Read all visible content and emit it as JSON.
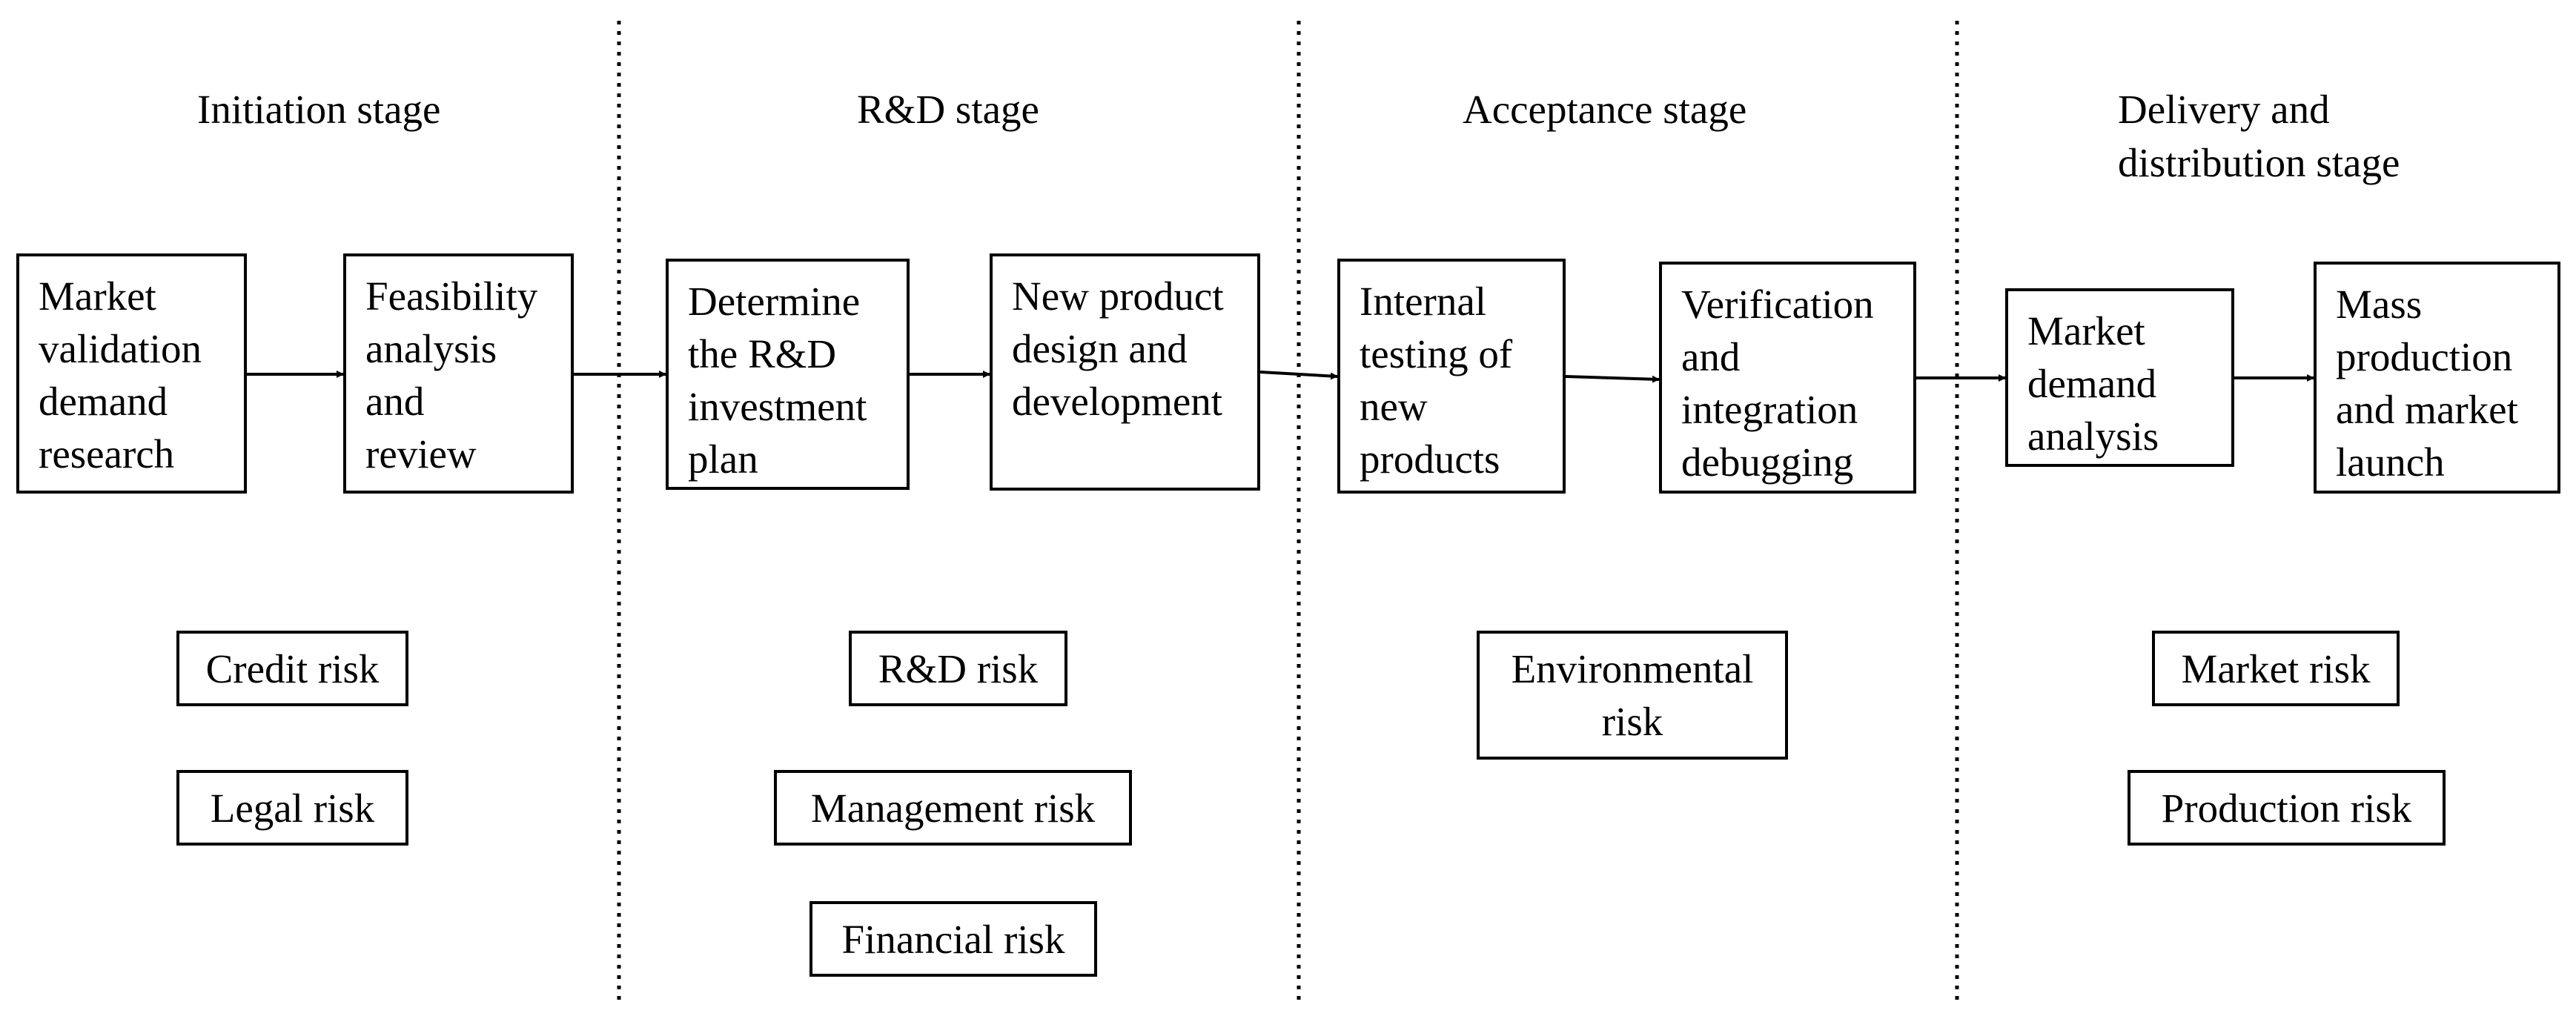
{
  "stages": [
    {
      "title": "Initiation stage",
      "steps": [
        "Market\nvalidation\ndemand\nresearch",
        "Feasibility\nanalysis\nand\nreview"
      ],
      "risks": [
        "Credit risk",
        "Legal risk"
      ]
    },
    {
      "title": "R&D stage",
      "steps": [
        "Determine\nthe R&D\ninvestment\nplan",
        "New product\ndesign and\ndevelopment"
      ],
      "risks": [
        "R&D risk",
        "Management risk",
        "Financial risk"
      ]
    },
    {
      "title": "Acceptance stage",
      "steps": [
        "Internal\ntesting of\nnew\nproducts",
        "Verification\nand\nintegration\ndebugging"
      ],
      "risks": [
        "Environmental\nrisk"
      ]
    },
    {
      "title": "Delivery and\ndistribution stage",
      "steps": [
        "Market\ndemand\nanalysis",
        "Mass\nproduction\nand market\nlaunch"
      ],
      "risks": [
        "Market risk",
        "Production risk"
      ]
    }
  ]
}
